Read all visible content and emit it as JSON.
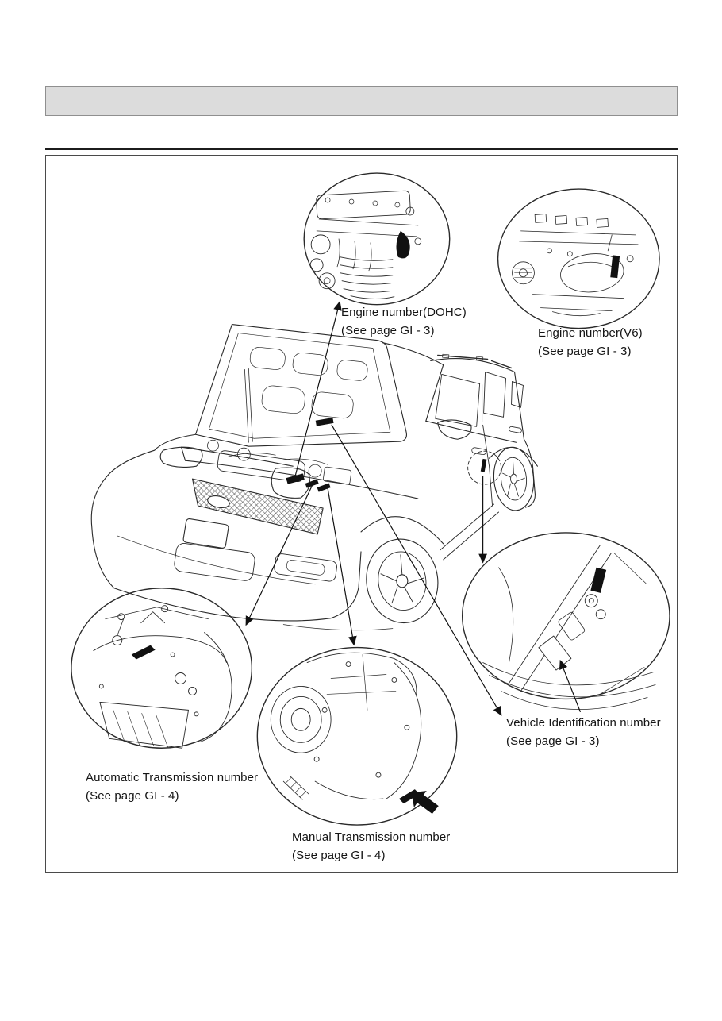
{
  "page": {
    "colors": {
      "page_bg": "#ffffff",
      "header_band_bg": "#dcdcdc",
      "header_band_border": "#8f8f8f",
      "ink": "#1c1c1c",
      "frame_border": "#4a4a4a"
    }
  },
  "labels": {
    "engine_dohc": {
      "line1": "Engine number(DOHC)",
      "line2": "(See page GI - 3)"
    },
    "engine_v6": {
      "line1": "Engine number(V6)",
      "line2": "(See page GI - 3)"
    },
    "vin": {
      "line1": "Vehicle Identification number",
      "line2": "(See page GI - 3)"
    },
    "auto_transmission": {
      "line1": "Automatic Transmission number",
      "line2": "(See page GI - 4)"
    },
    "manual_transmission": {
      "line1": "Manual Transmission number",
      "line2": "(See page GI - 4)"
    }
  }
}
